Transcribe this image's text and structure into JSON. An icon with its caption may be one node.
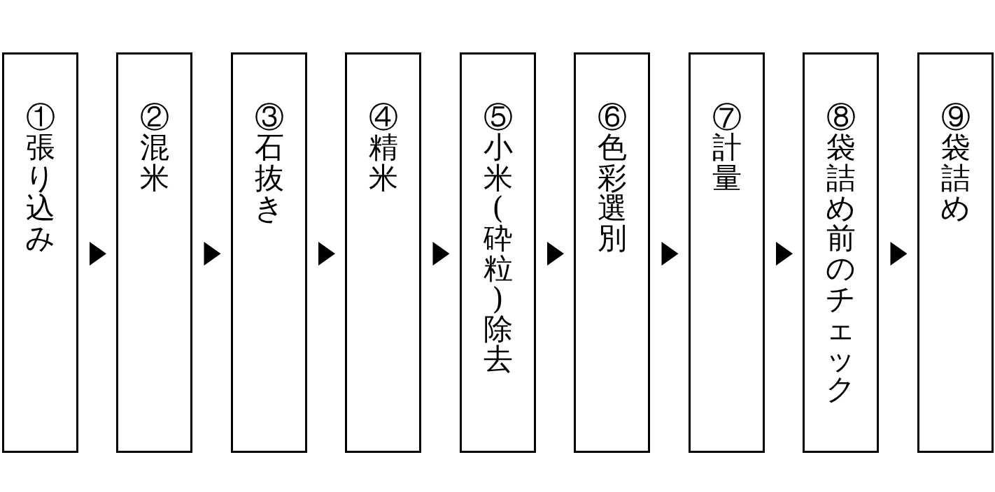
{
  "diagram": {
    "nodes": [
      {
        "text": [
          "①張り込み"
        ]
      },
      {
        "text": [
          "②混米"
        ]
      },
      {
        "text": [
          "③石抜き"
        ]
      },
      {
        "text": [
          "④精米"
        ]
      },
      {
        "text": [
          "⑤小米(砕粒)除去"
        ]
      },
      {
        "text": [
          "⑥色彩選別"
        ]
      },
      {
        "text": [
          "⑦計量"
        ]
      },
      {
        "text": [
          "⑧袋詰め前のチェック"
        ]
      },
      {
        "text": [
          "⑨袋詰め"
        ]
      }
    ],
    "edges": [
      {
        "from": 0,
        "to": 1,
        "arrow": "to"
      },
      {
        "from": 1,
        "to": 2,
        "arrow": "to"
      },
      {
        "from": 2,
        "to": 3,
        "arrow": "to"
      },
      {
        "from": 3,
        "to": 4,
        "arrow": "to"
      },
      {
        "from": 4,
        "to": 5,
        "arrow": "to"
      },
      {
        "from": 5,
        "to": 6,
        "arrow": "to"
      },
      {
        "from": 6,
        "to": 7,
        "arrow": "to"
      },
      {
        "from": 7,
        "to": 8,
        "arrow": "to"
      }
    ]
  }
}
